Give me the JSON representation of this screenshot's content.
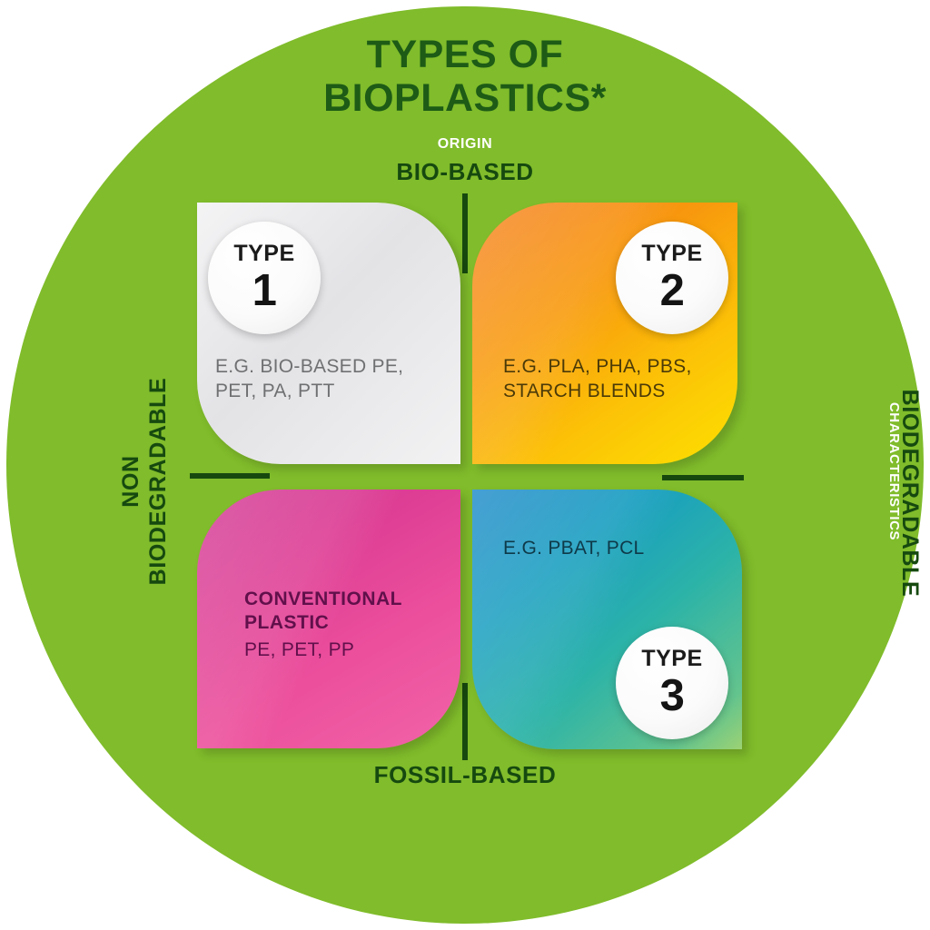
{
  "title": {
    "line1": "TYPES OF",
    "line2": "BIOPLASTICS*"
  },
  "axes": {
    "origin_label": "ORIGIN",
    "top_label": "BIO-BASED",
    "bottom_label": "FOSSIL-BASED",
    "characteristics_label": "CHARACTERISTICS",
    "left_label_line1": "NON",
    "left_label_line2": "BIODEGRADABLE",
    "right_label": "BIODEGRADABLE"
  },
  "colors": {
    "background_circle": "#80bc2b",
    "dark_green_text": "#16490f",
    "card1_bg": "#ececee",
    "card2_bg": "#f89a0d",
    "card3_bg": "#e04a99",
    "card4_bg": "#22a8b4"
  },
  "quadrants": [
    {
      "id": "type-1",
      "badge_label": "TYPE",
      "badge_number": "1",
      "body": "E.G. BIO-BASED PE,\nPET, PA, PTT"
    },
    {
      "id": "type-2",
      "badge_label": "TYPE",
      "badge_number": "2",
      "body": "E.G. PLA, PHA, PBS,\nSTARCH BLENDS"
    },
    {
      "id": "conventional-plastic",
      "heading": "CONVENTIONAL\nPLASTIC",
      "body": "PE, PET, PP"
    },
    {
      "id": "type-3",
      "badge_label": "TYPE",
      "badge_number": "3",
      "body": "E.G. PBAT, PCL"
    }
  ]
}
